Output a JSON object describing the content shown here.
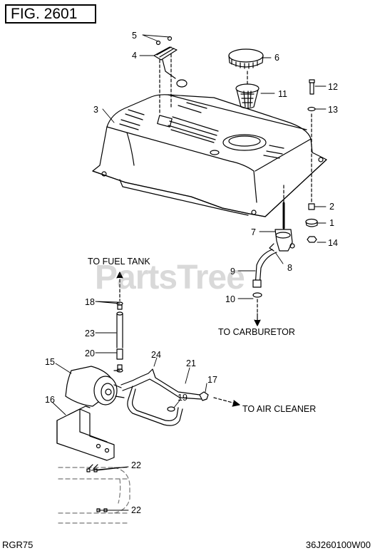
{
  "figure": {
    "title": "FIG. 2601"
  },
  "footer": {
    "model": "RGR75",
    "drawing_number": "36J260100W00"
  },
  "watermark": {
    "text": "PartsTree"
  },
  "callouts": {
    "c1": "1",
    "c2": "2",
    "c3": "3",
    "c4": "4",
    "c5": "5",
    "c6": "6",
    "c7": "7",
    "c8": "8",
    "c9": "9",
    "c10": "10",
    "c11": "11",
    "c12": "12",
    "c13": "13",
    "c14": "14",
    "c15": "15",
    "c16": "16",
    "c17": "17",
    "c18": "18",
    "c19": "19",
    "c20": "20",
    "c21": "21",
    "c22a": "22",
    "c22b": "22",
    "c23": "23",
    "c24": "24"
  },
  "annotations": {
    "to_fuel_tank": "TO FUEL TANK",
    "to_carburetor": "TO CARBURETOR",
    "to_air_cleaner": "TO AIR CLEANER"
  }
}
